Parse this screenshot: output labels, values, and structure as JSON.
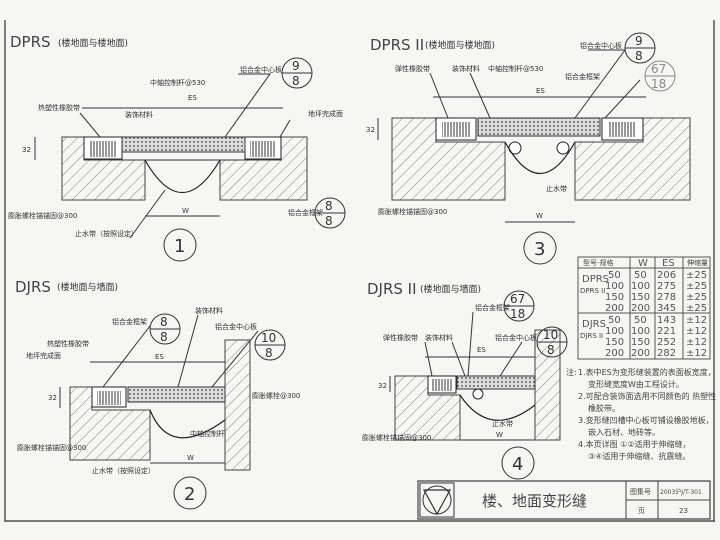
{
  "details": [
    {
      "id": "1",
      "title": "DPRS",
      "subtitle": "(楼地面与楼地面)",
      "labels": {
        "thermo_tape": "热塑性橡胶带",
        "decor": "装饰材料",
        "center_rod": "中轴控制杆@530",
        "center_plate": "铝合金中心板",
        "finish": "地坪完成面",
        "frame": "铝合金框架",
        "anchor": "膨胀螺栓锚锚固@300",
        "waterstop": "止水带（按照设定）",
        "es": "ES",
        "w": "W",
        "h": "32"
      },
      "refs": [
        {
          "top": "9",
          "bottom": "8"
        },
        {
          "top": "8",
          "bottom": "8"
        }
      ]
    },
    {
      "id": "2",
      "title": "DJRS",
      "subtitle": "(楼地面与墙面)",
      "labels": {
        "frame": "铝合金框架",
        "decor": "装饰材料",
        "center_plate": "铝合金中心板",
        "thermo_tape": "热塑性橡胶带",
        "finish": "地坪完成面",
        "bolt": "膨胀螺栓@300",
        "center_rod": "中轴控制杆",
        "anchor": "膨胀螺栓锚锚固@300",
        "waterstop": "止水带（按照设定）",
        "es": "ES",
        "w": "W",
        "h": "32"
      },
      "refs": [
        {
          "top": "8",
          "bottom": "8"
        },
        {
          "top": "10",
          "bottom": "8"
        }
      ]
    },
    {
      "id": "3",
      "title": "DPRS II",
      "subtitle": "(楼地面与楼地面)",
      "labels": {
        "elastic_tape": "弹性橡胶带",
        "decor": "装饰材料",
        "center_rod": "中轴控制杆@530",
        "center_plate": "铝合金中心板",
        "frame": "铝合金框架",
        "anchor": "膨胀螺栓锚锚固@300",
        "waterstop": "止水带",
        "es": "ES",
        "w": "W",
        "h": "32"
      },
      "refs": [
        {
          "top": "9",
          "bottom": "8"
        },
        {
          "top": "67",
          "bottom": "18"
        }
      ]
    },
    {
      "id": "4",
      "title": "DJRS II",
      "subtitle": "(楼地面与墙面)",
      "labels": {
        "frame": "铝合金框架",
        "elastic_tape": "弹性橡胶带",
        "decor": "装饰材料",
        "center_plate": "铝合金中心板",
        "anchor": "膨胀螺栓锚锚固@300",
        "waterstop": "止水带",
        "es": "ES",
        "w": "W",
        "h": "32"
      },
      "refs": [
        {
          "top": "67",
          "bottom": "18"
        },
        {
          "top": "10",
          "bottom": "8"
        }
      ]
    }
  ],
  "table": {
    "headers": [
      "型号-规格",
      "W",
      "ES",
      "伸缩量"
    ],
    "groups": [
      {
        "models": [
          "DPRS",
          "DPRS II"
        ],
        "rows": [
          [
            "50",
            "50",
            "206",
            "±25"
          ],
          [
            "100",
            "100",
            "275",
            "±25"
          ],
          [
            "150",
            "150",
            "278",
            "±25"
          ],
          [
            "200",
            "200",
            "345",
            "±25"
          ]
        ]
      },
      {
        "models": [
          "DJRS",
          "DJRS II"
        ],
        "rows": [
          [
            "50",
            "50",
            "143",
            "±12"
          ],
          [
            "100",
            "100",
            "221",
            "±12"
          ],
          [
            "150",
            "150",
            "252",
            "±12"
          ],
          [
            "200",
            "200",
            "282",
            "±12"
          ]
        ]
      }
    ]
  },
  "notes": {
    "prefix": "注:",
    "items": [
      [
        "1.表中ES为变形缝装置的表面板宽度，",
        "变形缝宽度W由工程设计。"
      ],
      [
        "2.可配合装饰面选用不同颜色的 热塑性",
        "橡胶带。"
      ],
      [
        "3.变形缝凹槽中心板可铺设橡胶地板，",
        "嵌入石材、地砖等。"
      ],
      [
        "4.本页详图 ①②适用于伸缩缝，",
        "③④适用于伸缩缝、抗震缝。"
      ]
    ]
  },
  "title_block": {
    "title": "楼、地面变形缝",
    "atlas_label": "图集号",
    "atlas_no": "2003沪J/T-301",
    "page_label": "页",
    "page_no": "23"
  }
}
